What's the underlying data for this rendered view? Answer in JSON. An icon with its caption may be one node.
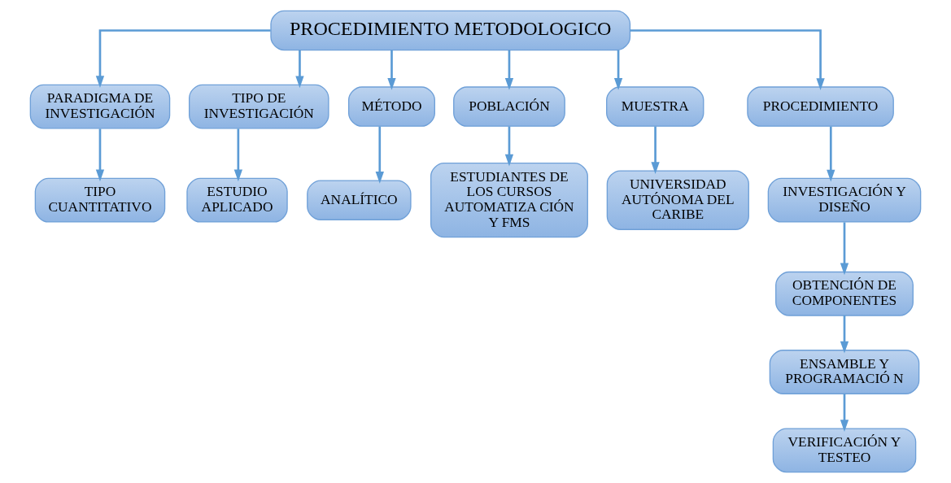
{
  "diagram": {
    "nodes": [
      {
        "text": [
          "PROCEDIMIENTO METODOLOGICO"
        ]
      },
      {
        "text": [
          "PARADIGMA DE INVESTIGACIÓN"
        ]
      },
      {
        "text": [
          "TIPO DE INVESTIGACIÓN"
        ]
      },
      {
        "text": [
          "MÉTODO"
        ]
      },
      {
        "text": [
          "POBLACIÓN"
        ]
      },
      {
        "text": [
          "MUESTRA"
        ]
      },
      {
        "text": [
          "PROCEDIMIENTO"
        ]
      },
      {
        "text": [
          "TIPO CUANTITATIVO"
        ]
      },
      {
        "text": [
          "ESTUDIO APLICADO"
        ]
      },
      {
        "text": [
          "ANALÍTICO"
        ]
      },
      {
        "text": [
          "ESTUDIANTES DE LOS CURSOS AUTOMATIZA CIÓN Y FMS"
        ]
      },
      {
        "text": [
          "UNIVERSIDAD AUTÓNOMA DEL CARIBE"
        ]
      },
      {
        "text": [
          "INVESTIGACIÓN Y DISEÑO"
        ]
      },
      {
        "text": [
          "OBTENCIÓN DE COMPONENTES"
        ]
      },
      {
        "text": [
          "ENSAMBLE Y PROGRAMACIÓ N"
        ]
      },
      {
        "text": [
          "VERIFICACIÓN Y TESTEO"
        ]
      }
    ],
    "edges": [
      {
        "from": 0,
        "to": 1,
        "arrow": "to"
      },
      {
        "from": 0,
        "to": 2,
        "arrow": "to"
      },
      {
        "from": 0,
        "to": 3,
        "arrow": "to"
      },
      {
        "from": 0,
        "to": 4,
        "arrow": "to"
      },
      {
        "from": 0,
        "to": 5,
        "arrow": "to"
      },
      {
        "from": 0,
        "to": 6,
        "arrow": "to"
      },
      {
        "from": 1,
        "to": 7,
        "arrow": "to"
      },
      {
        "from": 2,
        "to": 8,
        "arrow": "to"
      },
      {
        "from": 3,
        "to": 9,
        "arrow": "to"
      },
      {
        "from": 4,
        "to": 10,
        "arrow": "to"
      },
      {
        "from": 5,
        "to": 11,
        "arrow": "to"
      },
      {
        "from": 6,
        "to": 12,
        "arrow": "to"
      },
      {
        "from": 12,
        "to": 13,
        "arrow": "to"
      },
      {
        "from": 13,
        "to": 14,
        "arrow": "to"
      },
      {
        "from": 14,
        "to": 15,
        "arrow": "to"
      }
    ]
  }
}
